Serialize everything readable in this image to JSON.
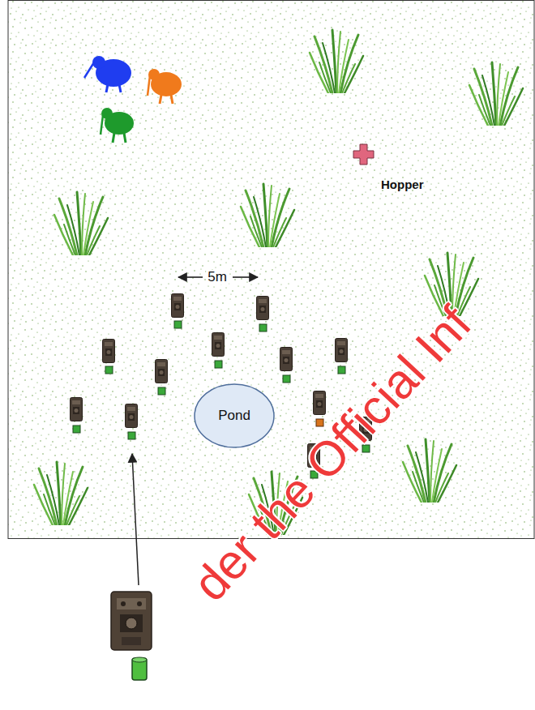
{
  "diagram": {
    "nodes": [
      {
        "text": [
          "Pond"
        ]
      }
    ],
    "labels": [
      "Hopper",
      "5m",
      "der the Official Inf"
    ]
  }
}
